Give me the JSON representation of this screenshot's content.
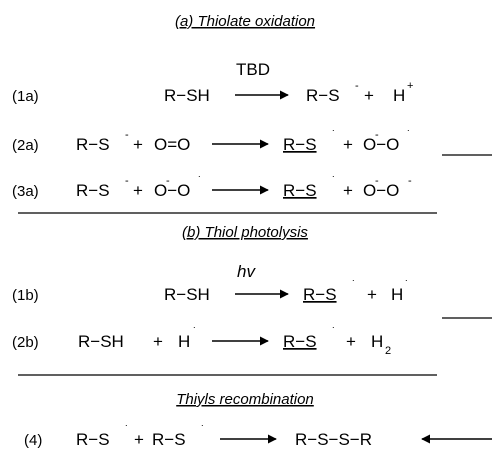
{
  "headers": {
    "a": "(a) Thiolate oxidation",
    "b": "(b) Thiol photolysis",
    "c": "Thiyls recombination"
  },
  "labels": {
    "r1a": "(1a)",
    "r2a": "(2a)",
    "r3a": "(3a)",
    "r1b": "(1b)",
    "r2b": "(2b)",
    "r4": "(4)"
  },
  "catalysts": {
    "tbd": "TBD",
    "hv": "hv"
  },
  "species": {
    "RSH": "R−SH",
    "RS": "R−S",
    "H": "H",
    "O2": "O=O",
    "OO": "O−O",
    "H2": "H",
    "H2_sub": "2",
    "RSSR": "R−S−S−R"
  },
  "marks": {
    "plus": "+",
    "minus": "-",
    "charge_plus": "+",
    "radical": "˙"
  },
  "colors": {
    "ink": "#000000"
  }
}
